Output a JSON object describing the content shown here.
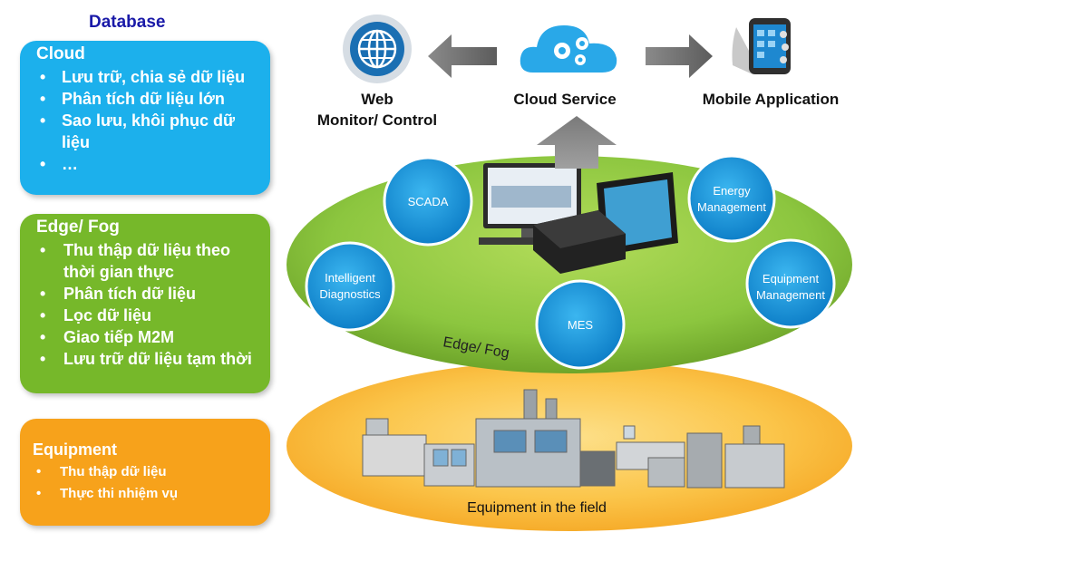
{
  "title": "Database",
  "panels": {
    "cloud": {
      "heading": "Cloud",
      "items": [
        "Lưu trữ, chia sẻ dữ liệu",
        "Phân tích dữ liệu lớn",
        "Sao lưu, khôi phục dữ liệu",
        "…"
      ]
    },
    "edge": {
      "heading": "Edge/ Fog",
      "items": [
        "Thu thập dữ liệu theo thời gian thực",
        "Phân tích dữ liệu",
        "Lọc dữ liệu",
        "Giao tiếp M2M",
        "Lưu trữ dữ liệu tạm thời"
      ]
    },
    "equipment": {
      "heading": "Equipment",
      "items": [
        "Thu thập dữ liệu",
        "Thực thi nhiệm vụ"
      ]
    }
  },
  "top": {
    "web_label_1": "Web",
    "web_label_2": "Monitor/ Control",
    "cloud_label": "Cloud Service",
    "mobile_label": "Mobile Application"
  },
  "edge_layer": {
    "label": "Edge/ Fog",
    "circles": {
      "scada": "SCADA",
      "energy_1": "Energy",
      "energy_2": "Management",
      "diag_1": "Intelligent",
      "diag_2": "Diagnostics",
      "mes": "MES",
      "equip_1": "Equipment",
      "equip_2": "Management"
    }
  },
  "field_layer": {
    "label": "Equipment in the field"
  },
  "colors": {
    "cloud": "#1cb0ec",
    "edge": "#76b82a",
    "equipment": "#f7a21b",
    "circle": "#1c9fe0",
    "title": "#1a1aa8"
  }
}
